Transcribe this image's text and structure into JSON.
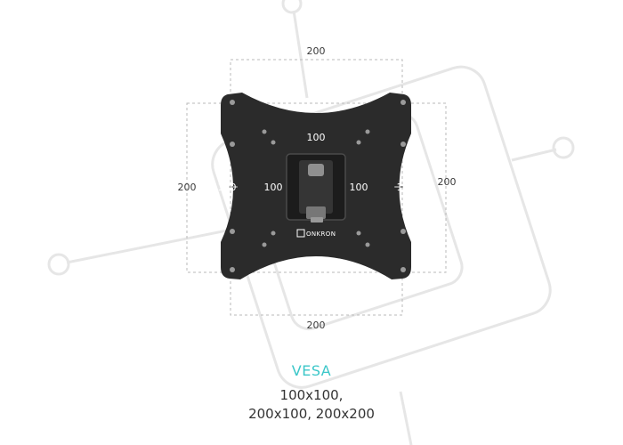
{
  "dimensions": {
    "top_outer": "200",
    "bottom_outer": "200",
    "left_outer": "200",
    "right_outer": "200",
    "left_inner": "100",
    "right_inner": "100",
    "center_top": "100",
    "center_left": "100",
    "center_right": "100"
  },
  "brand": "ONKRON",
  "caption": {
    "title": "VESA",
    "line1": "100x100,",
    "line2": "200x100, 200x200"
  },
  "colors": {
    "accent": "#3cc7c9",
    "plate": "#2b2b2b",
    "watermark": "#e6e6e6"
  }
}
